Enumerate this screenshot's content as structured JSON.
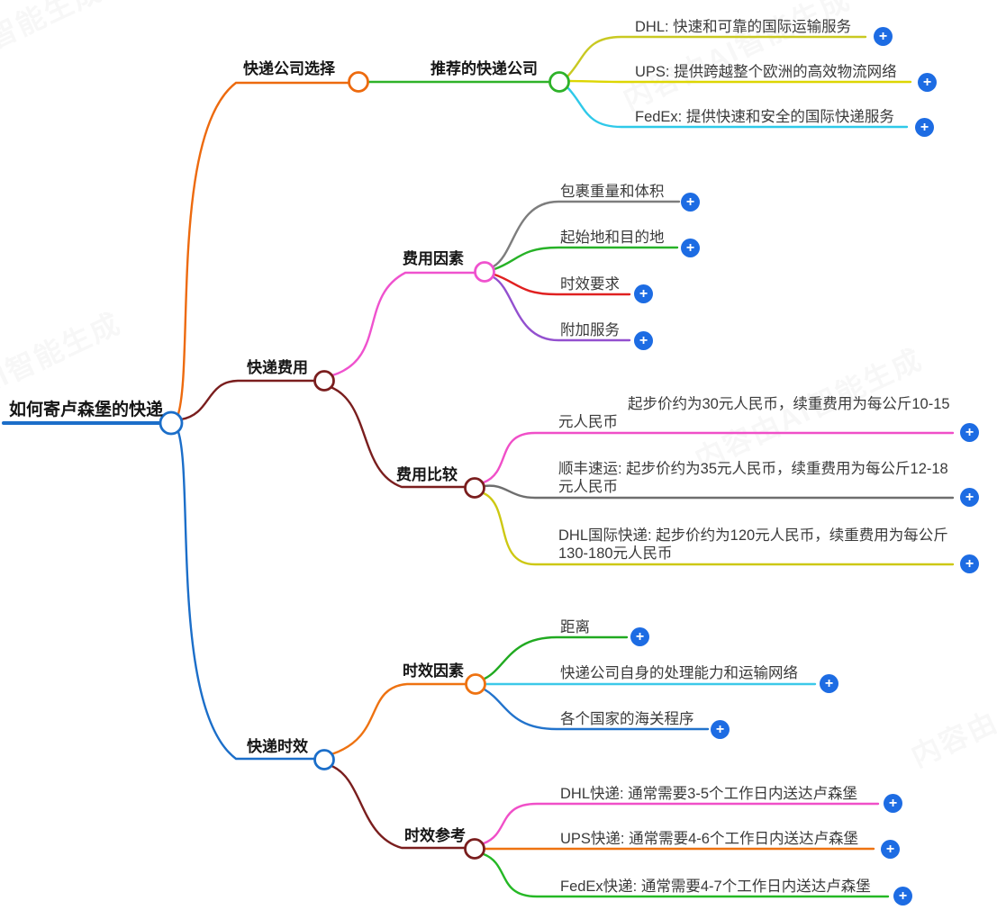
{
  "watermark": {
    "text": "内容由AI智能生成"
  },
  "plus": {
    "label": "+",
    "color": "#1d6ce3"
  },
  "root": {
    "label": "如何寄卢森堡的快递",
    "color": "#1b6ec9"
  },
  "branches": [
    {
      "label": "快递公司选择",
      "color": "#ed6a0e",
      "children": [
        {
          "label": "推荐的快递公司",
          "color": "#2eb229",
          "children": [
            {
              "label": "DHL: 快速和可靠的国际运输服务",
              "color": "#c9c922"
            },
            {
              "label": "UPS: 提供跨越整个欧洲的高效物流网络",
              "color": "#ddd602"
            },
            {
              "label": "FedEx: 提供快速和安全的国际快递服务",
              "color": "#2fc9e9"
            }
          ]
        }
      ]
    },
    {
      "label": "快递费用",
      "color": "#7a1e1e",
      "children": [
        {
          "label": "费用因素",
          "color": "#ef52ce",
          "children": [
            {
              "label": "包裹重量和体积",
              "color": "#7d7d7d"
            },
            {
              "label": "起始地和目的地",
              "color": "#27b227"
            },
            {
              "label": "时效要求",
              "color": "#e02020"
            },
            {
              "label": "附加服务",
              "color": "#9350cf"
            }
          ]
        },
        {
          "label": "费用比较",
          "color": "#7a1e1e",
          "children": [
            {
              "label": "起步价约为30元人民币，续重费用为每公斤10-15元人民币",
              "color": "#f04fc8"
            },
            {
              "label": "顺丰速运: 起步价约为35元人民币，续重费用为每公斤12-18元人民币",
              "color": "#6e6e6e"
            },
            {
              "label": "DHL国际快递: 起步价约为120元人民币，续重费用为每公斤130-180元人民币",
              "color": "#cdc812"
            }
          ]
        }
      ]
    },
    {
      "label": "快递时效",
      "color": "#1b6ec9",
      "children": [
        {
          "label": "时效因素",
          "color": "#ee7211",
          "children": [
            {
              "label": "距离",
              "color": "#21aa21"
            },
            {
              "label": "快递公司自身的处理能力和运输网络",
              "color": "#3cc9e9"
            },
            {
              "label": "各个国家的海关程序",
              "color": "#2273cc"
            }
          ]
        },
        {
          "label": "时效参考",
          "color": "#7a1e1e",
          "children": [
            {
              "label": "DHL快递: 通常需要3-5个工作日内送达卢森堡",
              "color": "#f04fc8"
            },
            {
              "label": "UPS快递: 通常需要4-6个工作日内送达卢森堡",
              "color": "#ee7211"
            },
            {
              "label": "FedEx快递: 通常需要4-7个工作日内送达卢森堡",
              "color": "#25b825"
            }
          ]
        }
      ]
    }
  ]
}
